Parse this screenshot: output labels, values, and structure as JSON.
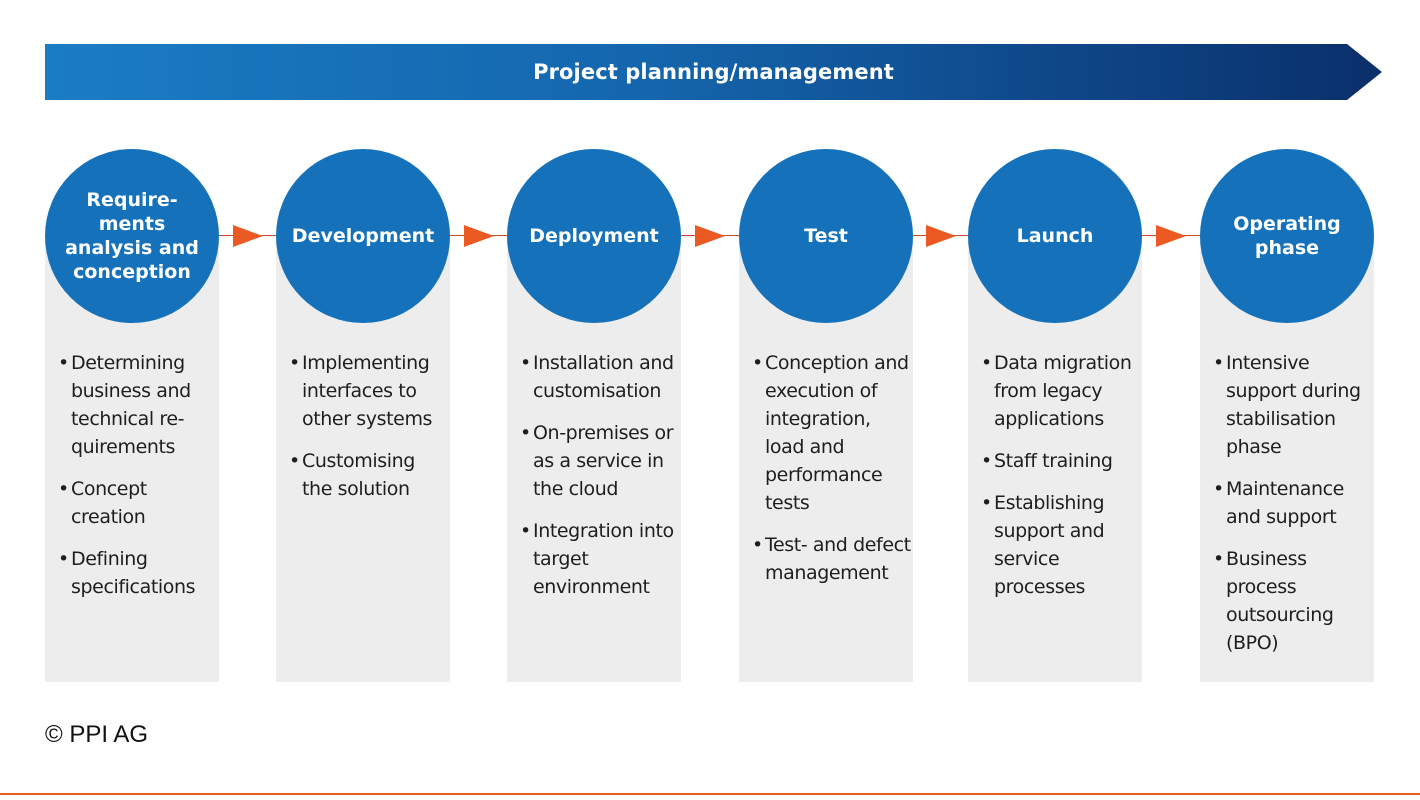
{
  "banner": {
    "title": "Project planning/management"
  },
  "phases": [
    {
      "title": "Require-ments analysis and conception",
      "bullets": [
        "Determining business and technical re-quirements",
        "Concept creation",
        "Defining specifications"
      ]
    },
    {
      "title": "Development",
      "bullets": [
        "Implementing interfaces to other systems",
        "Customising the solution"
      ]
    },
    {
      "title": "Deployment",
      "bullets": [
        "Installation and customisation",
        "On-premises or as a service in the cloud",
        "Integration into target environment"
      ]
    },
    {
      "title": "Test",
      "bullets": [
        "Conception and execution of integration, load and performance tests",
        "Test- and defect management"
      ]
    },
    {
      "title": "Launch",
      "bullets": [
        "Data migration from legacy applications",
        "Staff training",
        "Establishing support and service processes"
      ]
    },
    {
      "title": "Operating phase",
      "bullets": [
        "Intensive support during stabilisation phase",
        "Maintenance and support",
        "Business process outsourcing (BPO)"
      ]
    }
  ],
  "footer": {
    "copyright": "© PPI AG"
  },
  "colors": {
    "circle": "#1572ba",
    "panel": "#ededed",
    "arrow": "#ec5a24",
    "banner_start": "#1a7cc4",
    "banner_end": "#0a2f6b"
  }
}
